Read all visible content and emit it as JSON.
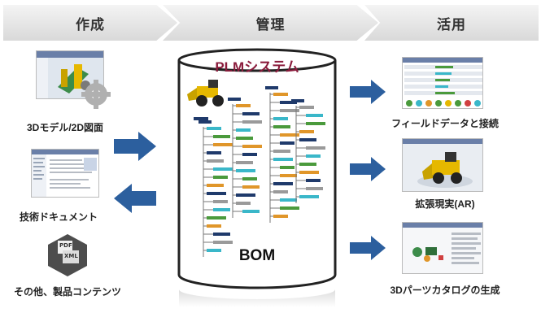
{
  "header": {
    "steps": [
      "作成",
      "管理",
      "活用"
    ]
  },
  "create": {
    "items": [
      "3Dモデル/2D図面",
      "技術ドキュメント",
      "その他、製品コンテンツ"
    ],
    "doc_badges": [
      "PDF",
      "XML"
    ]
  },
  "manage": {
    "system_title": "PLMシステム",
    "bom_label": "BOM"
  },
  "use": {
    "items": [
      "フィールドデータと接続",
      "拡張現実(AR)",
      "3Dパーツカタログの生成"
    ]
  },
  "colors": {
    "arrow": "#2c5f9e",
    "plm_title": "#8a1c3c",
    "tree_cyan": "#3ab7c9",
    "tree_green": "#4a9a3c",
    "tree_orange": "#e0962a",
    "tree_navy": "#1f3a6b",
    "tree_grey": "#9a9a9a",
    "machine_yellow": "#e6b800"
  }
}
